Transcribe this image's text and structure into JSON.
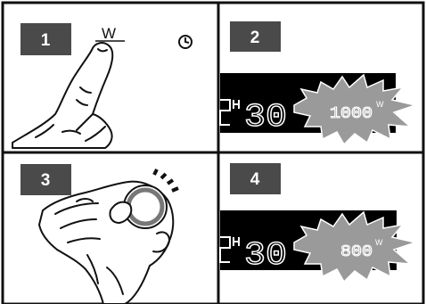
{
  "steps": [
    {
      "number": "1",
      "label": "W"
    },
    {
      "number": "2",
      "display": "30",
      "burst": "1000",
      "unit": "W"
    },
    {
      "number": "3"
    },
    {
      "number": "4",
      "display": "30",
      "burst": "800",
      "unit": "W"
    }
  ],
  "colors": {
    "badge": "#4a4a4a",
    "display_bg": "#000000",
    "display_fg": "#ffffff",
    "burst": "#9a9a9a",
    "line": "#111111"
  },
  "icons": [
    "hand-pressing-icon",
    "clock-icon",
    "hand-turning-knob-icon",
    "power-burst-icon"
  ]
}
